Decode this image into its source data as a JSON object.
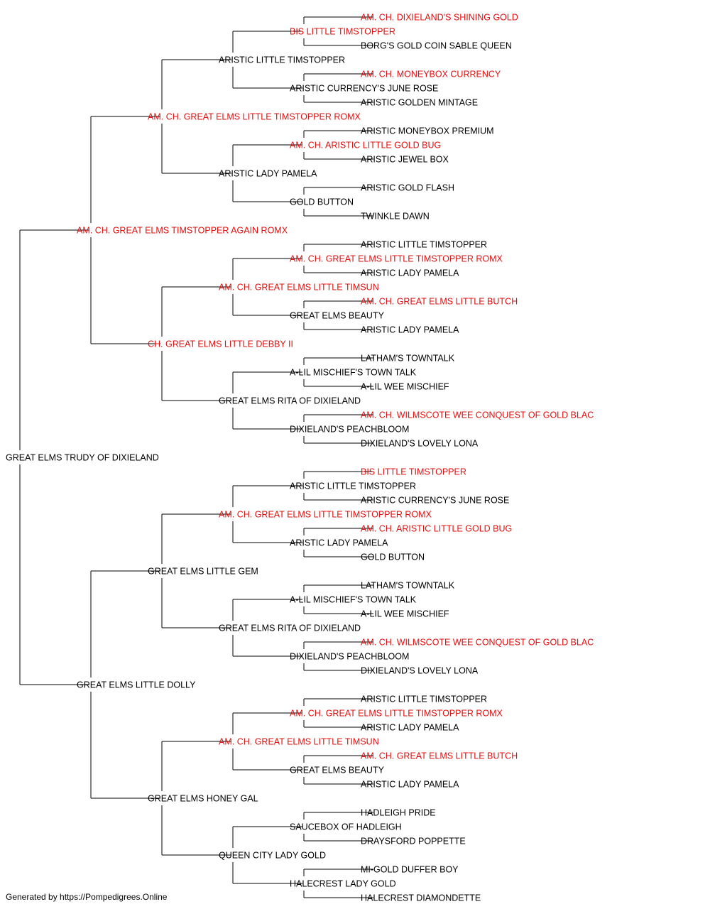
{
  "colors": {
    "champion": "#e01010",
    "normal": "#000000",
    "line": "#000000"
  },
  "footer": "Generated by https://Pompedigrees.Online",
  "pedigree": {
    "name": "GREAT ELMS TRUDY OF DIXIELAND",
    "champion": false,
    "sire": {
      "name": "AM. CH. GREAT ELMS TIMSTOPPER AGAIN ROMX",
      "champion": true,
      "sire": {
        "name": "AM. CH. GREAT ELMS LITTLE TIMSTOPPER ROMX",
        "champion": true,
        "sire": {
          "name": "ARISTIC LITTLE TIMSTOPPER",
          "champion": false,
          "sire": {
            "name": "BIS LITTLE TIMSTOPPER",
            "champion": true,
            "sire": {
              "name": "AM. CH. DIXIELAND'S SHINING GOLD",
              "champion": true
            },
            "dam": {
              "name": "BORG'S GOLD COIN SABLE QUEEN",
              "champion": false
            }
          },
          "dam": {
            "name": "ARISTIC CURRENCY'S JUNE ROSE",
            "champion": false,
            "sire": {
              "name": "AM. CH. MONEYBOX CURRENCY",
              "champion": true
            },
            "dam": {
              "name": "ARISTIC GOLDEN MINTAGE",
              "champion": false
            }
          }
        },
        "dam": {
          "name": "ARISTIC LADY PAMELA",
          "champion": false,
          "sire": {
            "name": "AM. CH. ARISTIC LITTLE GOLD BUG",
            "champion": true,
            "sire": {
              "name": "ARISTIC MONEYBOX PREMIUM",
              "champion": false
            },
            "dam": {
              "name": "ARISTIC JEWEL BOX",
              "champion": false
            }
          },
          "dam": {
            "name": "GOLD BUTTON",
            "champion": false,
            "sire": {
              "name": "ARISTIC GOLD FLASH",
              "champion": false
            },
            "dam": {
              "name": "TWINKLE DAWN",
              "champion": false
            }
          }
        }
      },
      "dam": {
        "name": "CH. GREAT ELMS LITTLE DEBBY II",
        "champion": true,
        "sire": {
          "name": "AM. CH. GREAT ELMS LITTLE TIMSUN",
          "champion": true,
          "sire": {
            "name": "AM. CH. GREAT ELMS LITTLE TIMSTOPPER ROMX",
            "champion": true,
            "sire": {
              "name": "ARISTIC LITTLE TIMSTOPPER",
              "champion": false
            },
            "dam": {
              "name": "ARISTIC LADY PAMELA",
              "champion": false
            }
          },
          "dam": {
            "name": "GREAT ELMS BEAUTY",
            "champion": false,
            "sire": {
              "name": "AM. CH. GREAT ELMS LITTLE BUTCH",
              "champion": true
            },
            "dam": {
              "name": "ARISTIC LADY PAMELA",
              "champion": false
            }
          }
        },
        "dam": {
          "name": "GREAT ELMS RITA OF DIXIELAND",
          "champion": false,
          "sire": {
            "name": "A-LIL MISCHIEF'S TOWN TALK",
            "champion": false,
            "sire": {
              "name": "LATHAM'S TOWNTALK",
              "champion": false
            },
            "dam": {
              "name": "A-LIL WEE MISCHIEF",
              "champion": false
            }
          },
          "dam": {
            "name": "DIXIELAND'S PEACHBLOOM",
            "champion": false,
            "sire": {
              "name": "AM. CH. WILMSCOTE WEE CONQUEST OF GOLD BLAC",
              "champion": true
            },
            "dam": {
              "name": "DIXIELAND'S LOVELY LONA",
              "champion": false
            }
          }
        }
      }
    },
    "dam": {
      "name": "GREAT ELMS LITTLE DOLLY",
      "champion": false,
      "sire": {
        "name": "GREAT ELMS LITTLE GEM",
        "champion": false,
        "sire": {
          "name": "AM. CH. GREAT ELMS LITTLE TIMSTOPPER ROMX",
          "champion": true,
          "sire": {
            "name": "ARISTIC LITTLE TIMSTOPPER",
            "champion": false,
            "sire": {
              "name": "BIS LITTLE TIMSTOPPER",
              "champion": true
            },
            "dam": {
              "name": "ARISTIC CURRENCY'S JUNE ROSE",
              "champion": false
            }
          },
          "dam": {
            "name": "ARISTIC LADY PAMELA",
            "champion": false,
            "sire": {
              "name": "AM. CH. ARISTIC LITTLE GOLD BUG",
              "champion": true
            },
            "dam": {
              "name": "GOLD BUTTON",
              "champion": false
            }
          }
        },
        "dam": {
          "name": "GREAT ELMS RITA OF DIXIELAND",
          "champion": false,
          "sire": {
            "name": "A-LIL MISCHIEF'S TOWN TALK",
            "champion": false,
            "sire": {
              "name": "LATHAM'S TOWNTALK",
              "champion": false
            },
            "dam": {
              "name": "A-LIL WEE MISCHIEF",
              "champion": false
            }
          },
          "dam": {
            "name": "DIXIELAND'S PEACHBLOOM",
            "champion": false,
            "sire": {
              "name": "AM. CH. WILMSCOTE WEE CONQUEST OF GOLD BLAC",
              "champion": true
            },
            "dam": {
              "name": "DIXIELAND'S LOVELY LONA",
              "champion": false
            }
          }
        }
      },
      "dam": {
        "name": "GREAT ELMS HONEY GAL",
        "champion": false,
        "sire": {
          "name": "AM. CH. GREAT ELMS LITTLE TIMSUN",
          "champion": true,
          "sire": {
            "name": "AM. CH. GREAT ELMS LITTLE TIMSTOPPER ROMX",
            "champion": true,
            "sire": {
              "name": "ARISTIC LITTLE TIMSTOPPER",
              "champion": false
            },
            "dam": {
              "name": "ARISTIC LADY PAMELA",
              "champion": false
            }
          },
          "dam": {
            "name": "GREAT ELMS BEAUTY",
            "champion": false,
            "sire": {
              "name": "AM. CH. GREAT ELMS LITTLE BUTCH",
              "champion": true
            },
            "dam": {
              "name": "ARISTIC LADY PAMELA",
              "champion": false
            }
          }
        },
        "dam": {
          "name": "QUEEN CITY LADY GOLD",
          "champion": false,
          "sire": {
            "name": "SAUCEBOX OF HADLEIGH",
            "champion": false,
            "sire": {
              "name": "HADLEIGH PRIDE",
              "champion": false
            },
            "dam": {
              "name": "DRAYSFORD POPPETTE",
              "champion": false
            }
          },
          "dam": {
            "name": "HALECREST LADY GOLD",
            "champion": false,
            "sire": {
              "name": "MI-GOLD DUFFER BOY",
              "champion": false
            },
            "dam": {
              "name": "HALECREST DIAMONDETTE",
              "champion": false
            }
          }
        }
      }
    }
  }
}
